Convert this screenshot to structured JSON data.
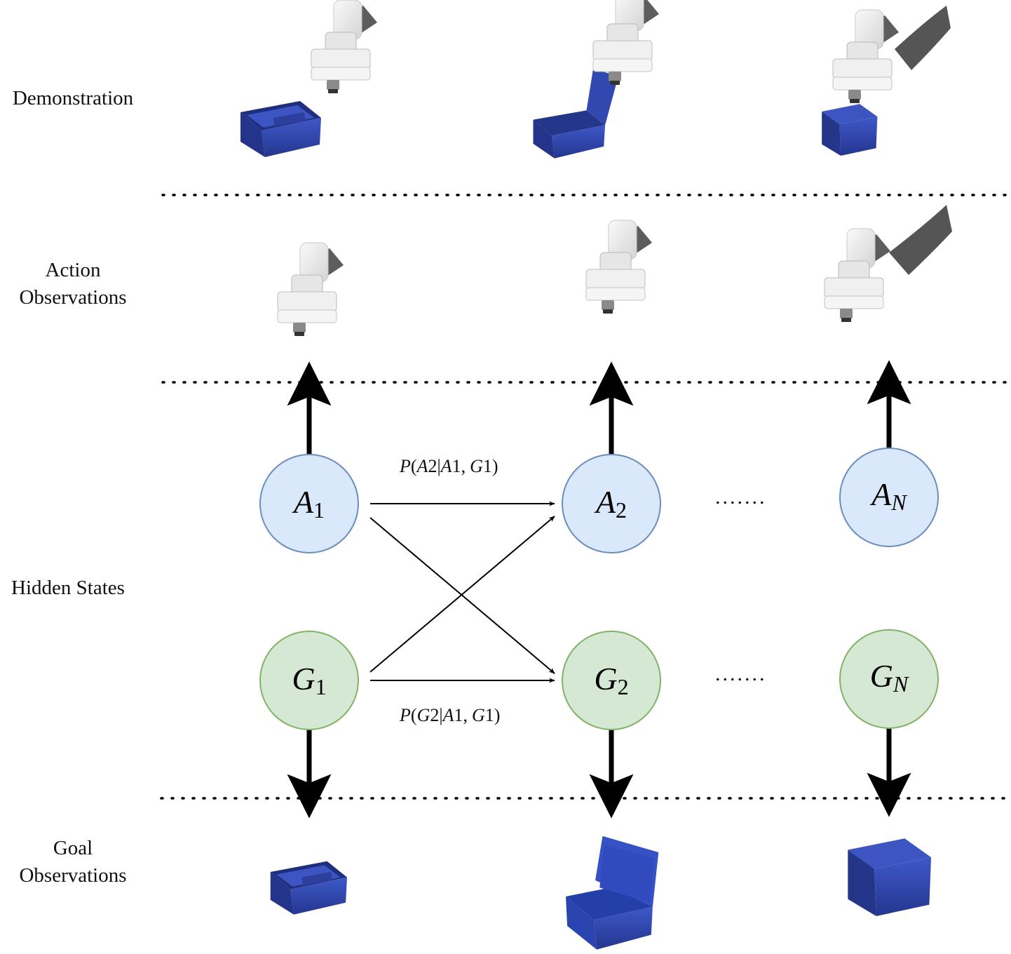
{
  "labels": {
    "demonstration": "Demonstration",
    "action_observations": [
      "Action",
      "Observations"
    ],
    "hidden_states": "Hidden States",
    "goal_observations": [
      "Goal",
      "Observations"
    ]
  },
  "nodes": {
    "a1": {
      "base": "A",
      "sub": "1"
    },
    "a2": {
      "base": "A",
      "sub": "2"
    },
    "an": {
      "base": "A",
      "sub": "N"
    },
    "g1": {
      "base": "G",
      "sub": "1"
    },
    "g2": {
      "base": "G",
      "sub": "2"
    },
    "gn": {
      "base": "G",
      "sub": "N"
    }
  },
  "transitions": {
    "action": {
      "p": "P",
      "open": "(",
      "t": "A",
      "tn": "2",
      "bar": "|",
      "c1": "A",
      "c1n": "1",
      "comma": ",",
      "c2": "G",
      "c2n": "1",
      "close": ")"
    },
    "goal": {
      "p": "P",
      "open": "(",
      "t": "G",
      "tn": "2",
      "bar": "|",
      "c1": "A",
      "c1n": "1",
      "comma": ",",
      "c2": "G",
      "c2n": "1",
      "close": ")"
    }
  },
  "ellipsis": ".......",
  "colors": {
    "action_fill": "#dae8fc",
    "action_stroke": "#6c8ebf",
    "goal_fill": "#d5e8d4",
    "goal_stroke": "#82b366",
    "box_blue": "#2b3a8f",
    "robot_white": "#ededed",
    "robot_gray": "#5a5a5a"
  }
}
